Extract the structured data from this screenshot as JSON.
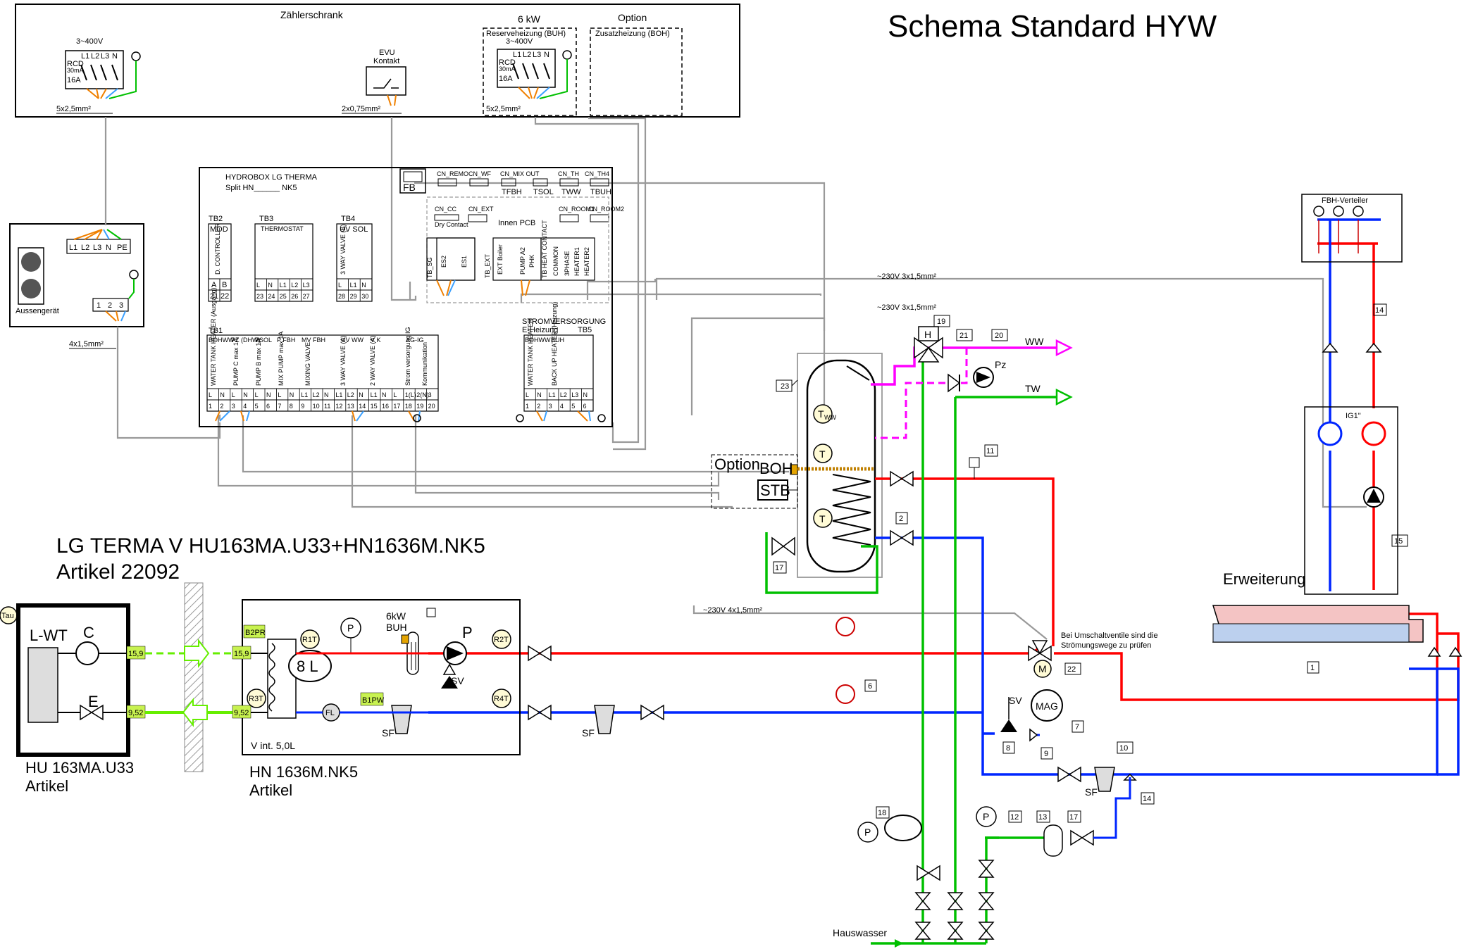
{
  "title": "Schema Standard HYW",
  "product": {
    "line1": "LG TERMA V HU163MA.U33+HN1636M.NK5",
    "line2": "Artikel 22092"
  },
  "meter_cabinet": {
    "label": "Zählerschrank",
    "supply_voltage": "3~400V",
    "phases": [
      "L1",
      "L2",
      "L3",
      "N"
    ],
    "rcd": [
      "RCD",
      "30mA",
      "16A"
    ],
    "cable_outdoor": "5x2,5mm²",
    "evu_label": [
      "EVU",
      "Kontakt"
    ],
    "cable_evu": "2x0,75mm²",
    "buh_power": "6 kW",
    "buh_label": "Reserveheizung (BUH)",
    "buh_voltage": "3~400V",
    "cable_buh": "5x2,5mm²",
    "option_label": "Option",
    "boh_label": "Zusatzheizung (BOH)"
  },
  "outdoor_unit": {
    "terminals_top": [
      "L1",
      "L2",
      "L3",
      "N",
      "PE"
    ],
    "terminals_bottom": [
      "1",
      "2",
      "3"
    ],
    "label": "Aussengerät",
    "cable": "4x1,5mm²"
  },
  "hydrobox": {
    "title": [
      "HYDROBOX LG THERMA",
      "Split   HN______  NK5"
    ],
    "fb": "FB",
    "connectors": [
      "CN_REMO",
      "CN_WF",
      "CN_MIX OUT",
      "CN_TH",
      "CN_TH4"
    ],
    "sensors": [
      "TFBH",
      "TSOL",
      "TWW",
      "TBUH"
    ],
    "cn_cc": [
      "CN_CC",
      "Dry Contact"
    ],
    "cn_ext": "CN_EXT",
    "innen_pcb": "Innen PCB",
    "cn_room": [
      "CN_ROOM1",
      "CN_ROOM2"
    ],
    "tb_sg": "TB_SG",
    "sg_terms": [
      "L",
      "ES2",
      "N",
      "L",
      "ES1",
      "N"
    ],
    "tb_ext": "TB_EXT",
    "ext_terms": [
      "EXT Boiler",
      "PUMP A2",
      "PHK"
    ],
    "tb_heat": "TB HEAT CONTACT",
    "heat_terms": [
      "COMMON",
      "3PHASE",
      "HEATER1",
      "HEATER2"
    ],
    "tb2": {
      "name": "TB2",
      "mod": "MOD",
      "desc": "D. CONTROLLER",
      "terms": [
        "A",
        "B"
      ],
      "nums": [
        "21",
        "22"
      ]
    },
    "tb3": {
      "name": "TB3",
      "desc": "THERMOSTAT",
      "terms": [
        "L",
        "N",
        "L1",
        "L2",
        "L3"
      ],
      "nums": [
        "23",
        "24",
        "25",
        "26",
        "27"
      ]
    },
    "tb4": {
      "name": "TB4",
      "uv": "UV SOL",
      "desc": "3 WAY VALVE (B)",
      "terms": [
        "L",
        "L1",
        "N"
      ],
      "nums": [
        "28",
        "29",
        "30"
      ]
    },
    "tb1": {
      "name": "TB1",
      "groups": [
        "BOHWW",
        "PZ (DHW)",
        "PSOL",
        "P FBH",
        "MV FBH",
        "UV WW",
        "V K",
        "AG-IG"
      ],
      "descs": [
        "WATER TANK HEATER (Ausgang)",
        "PUMP C max 1A",
        "PUMP B max 1A",
        "MIX PUMP max 1A",
        "MIXING VALVE",
        "3 WAY VALVE (A)",
        "2 WAY VALVE (A)",
        "Strom versorgung IG",
        "Kommunikation"
      ],
      "terms": [
        "L",
        "N",
        "L",
        "N",
        "L",
        "N",
        "L",
        "N",
        "L1",
        "L2",
        "N",
        "L1",
        "L2",
        "N",
        "L1",
        "N",
        "L",
        "1(L)",
        "2(N)",
        "3"
      ],
      "nums": [
        "1",
        "2",
        "3",
        "4",
        "5",
        "6",
        "7",
        "8",
        "9",
        "10",
        "11",
        "12",
        "13",
        "14",
        "15",
        "16",
        "17",
        "18",
        "19",
        "20"
      ]
    },
    "tb5": {
      "name": "TB5",
      "header": [
        "STROMVERSORGUNG",
        "E-Heizung"
      ],
      "groups": [
        "BOHWW",
        "BUH"
      ],
      "descs": [
        "WATER TANK HEATER",
        "BACK UP HEATER (Heizung)"
      ],
      "terms": [
        "L",
        "N",
        "L1",
        "L2",
        "L3",
        "N"
      ],
      "nums": [
        "1",
        "2",
        "3",
        "4",
        "5",
        "6"
      ]
    }
  },
  "cables": {
    "cable_230_a": "~230V  3x1,5mm²",
    "cable_230_b": "~230V  3x1,5mm²",
    "cable_230_c": "~230V  4x1,5mm²"
  },
  "storage": {
    "num_23": "23",
    "sensor_tww": "T",
    "sensor_tww_sub": "WW",
    "sensor_t": "T",
    "option": "Option",
    "boh": "BOH",
    "stb": "STB"
  },
  "dhw": {
    "num_19": "19",
    "num_21": "21",
    "num_20": "20",
    "valve_h": "H",
    "pump_pz": "Pz",
    "ww": "WW",
    "tw": "TW",
    "num_11": "11",
    "num_2": "2",
    "num_17a": "17"
  },
  "hu": {
    "t_au": "Tau",
    "lwt": "L-WT",
    "comp": "C",
    "exp": "E",
    "pipe_gas": "15,9",
    "pipe_liq": "9,52",
    "model": "HU 163MA.U33",
    "artikel": "Artikel"
  },
  "hn": {
    "b2pr": "B2PR",
    "pipe_gas": "15,9",
    "pipe_liq": "9,52",
    "r1t": "R1T",
    "r3t": "R3T",
    "r2t": "R2T",
    "r4t": "R4T",
    "tank": "8 L",
    "fl": "FL",
    "b1pw": "B1PW",
    "buh": [
      "6kW",
      "BUH"
    ],
    "pump": "P",
    "sv": "SV",
    "sf": "SF",
    "p": "P",
    "vint": "V int. 5,0L",
    "model": "HN 1636M.NK5",
    "artikel": "Artikel"
  },
  "heating": {
    "num_6": "6",
    "sf_main": "SF",
    "num_22": "22",
    "motor": "M",
    "note": [
      "Bei Umschaltventile sind die",
      "Strömungswege zu prüfen"
    ],
    "sv": "SV",
    "mag": "MAG",
    "num_7": "7",
    "num_8": "8",
    "num_9": "9",
    "num_10": "10",
    "num_14b": "14",
    "sf_return": "SF"
  },
  "fbh": {
    "label": "FBH-Verteiler",
    "num_14": "14",
    "ig": "IG1\"",
    "num_15": "15",
    "erweiterung": "Erweiterung",
    "num_1": "1"
  },
  "water": {
    "num_18": "18",
    "num_12": "12",
    "num_13": "13",
    "num_17b": "17",
    "hauswasser": "Hauswasser",
    "p": "P"
  },
  "colors": {
    "hot": "#ff0000",
    "cold": "#0026ff",
    "potable": "#00c000",
    "circulation": "#ff00ff",
    "refrigerant": "#66ee00",
    "wire": "#999999",
    "wire_orange": "#f08000",
    "wire_blue": "#3aa0ff",
    "wire_green": "#00c000"
  }
}
